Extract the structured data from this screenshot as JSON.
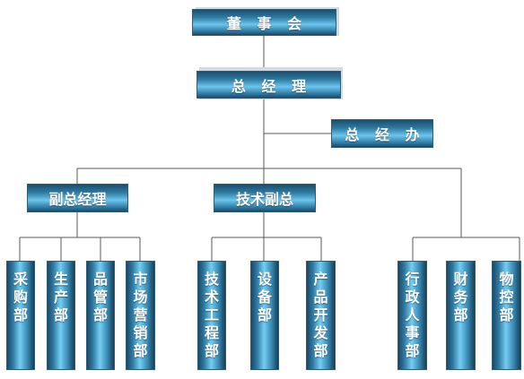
{
  "nodes": {
    "board": "董 事 会",
    "gm": "总 经 理",
    "gm_office": "总 经 办",
    "deputy_gm": "副总经理",
    "tech_deputy": "技术副总",
    "purchasing": [
      "采",
      "购",
      "部"
    ],
    "production": [
      "生",
      "产",
      "部"
    ],
    "quality": [
      "品",
      "管",
      "部"
    ],
    "marketing": [
      "市",
      "场",
      "营",
      "销",
      "部"
    ],
    "tech_eng": [
      "技",
      "术",
      "工",
      "程",
      "部"
    ],
    "equipment": [
      "设",
      "备",
      "部"
    ],
    "product_dev": [
      "产",
      "品",
      "开",
      "发",
      "部"
    ],
    "admin_hr": [
      "行",
      "政",
      "人",
      "事",
      "部"
    ],
    "finance": [
      "财",
      "务",
      "部"
    ],
    "material_ctrl": [
      "物",
      "控",
      "部"
    ]
  },
  "colors": {
    "line": "#5a5a5a",
    "node_dark": "#1b4a67",
    "node_light": "#6cc5ec"
  }
}
